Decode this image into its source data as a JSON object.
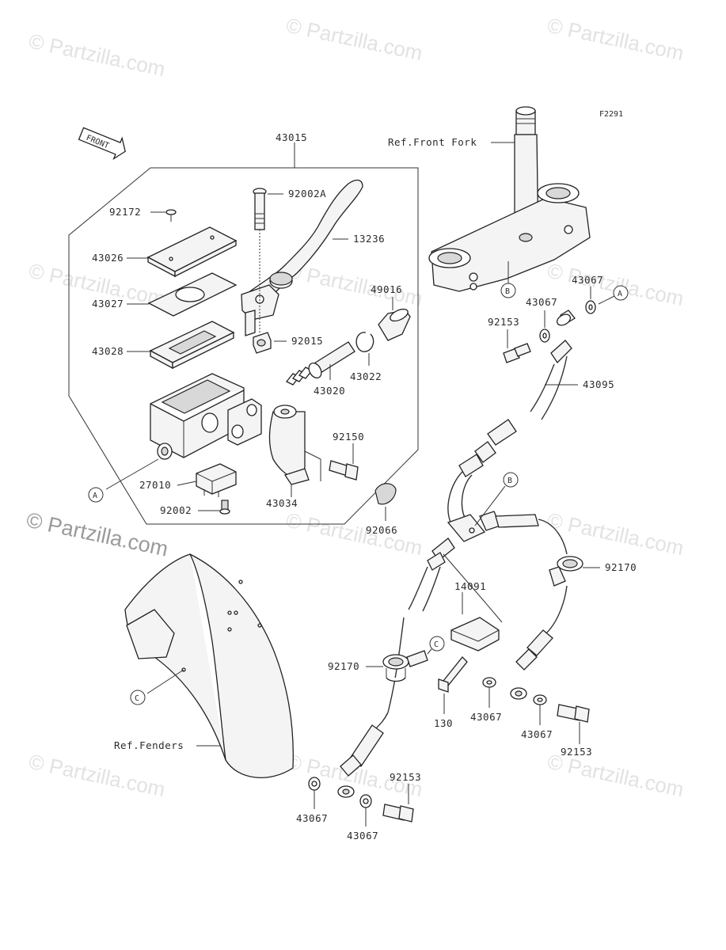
{
  "watermark": {
    "text": "© Partzilla.com"
  },
  "figure_code": "F2291",
  "direction_label": "FRONT",
  "ref_labels": {
    "front_fork": "Ref.Front Fork",
    "fenders": "Ref.Fenders"
  },
  "parts": {
    "p43015": "43015",
    "p92002A": "92002A",
    "p92172": "92172",
    "p13236": "13236",
    "p43026": "43026",
    "p49016": "49016",
    "p43027": "43027",
    "p92015": "92015",
    "p43028": "43028",
    "p43022": "43022",
    "p43020": "43020",
    "p92150": "92150",
    "p27010": "27010",
    "p43034": "43034",
    "p92002": "92002",
    "p92066": "92066",
    "p43067_a": "43067",
    "p43067_b": "43067",
    "p92153_a": "92153",
    "p43095": "43095",
    "p92170_a": "92170",
    "p14091": "14091",
    "p92170_b": "92170",
    "p130": "130",
    "p43067_c": "43067",
    "p43067_d": "43067",
    "p92153_b": "92153",
    "p92153_c": "92153",
    "p43067_e": "43067",
    "p43067_f": "43067"
  },
  "callouts": {
    "A1": "A",
    "A2": "A",
    "B1": "B",
    "B2": "B",
    "C1": "C",
    "C2": "C"
  }
}
